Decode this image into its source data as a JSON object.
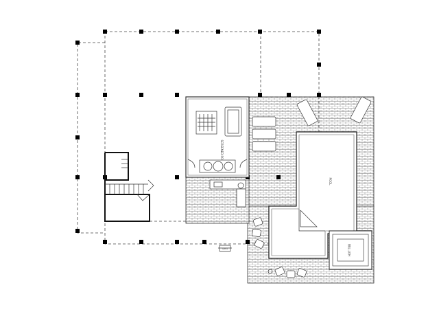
{
  "labels": {
    "porch": "SCREENED PORCH",
    "pool": "POOL",
    "hot_tub": "HOT TUB",
    "grill": "GRILL"
  },
  "colors": {
    "line": "#333333",
    "wall": "#111111",
    "paving": "#777777",
    "background": "#ffffff"
  }
}
